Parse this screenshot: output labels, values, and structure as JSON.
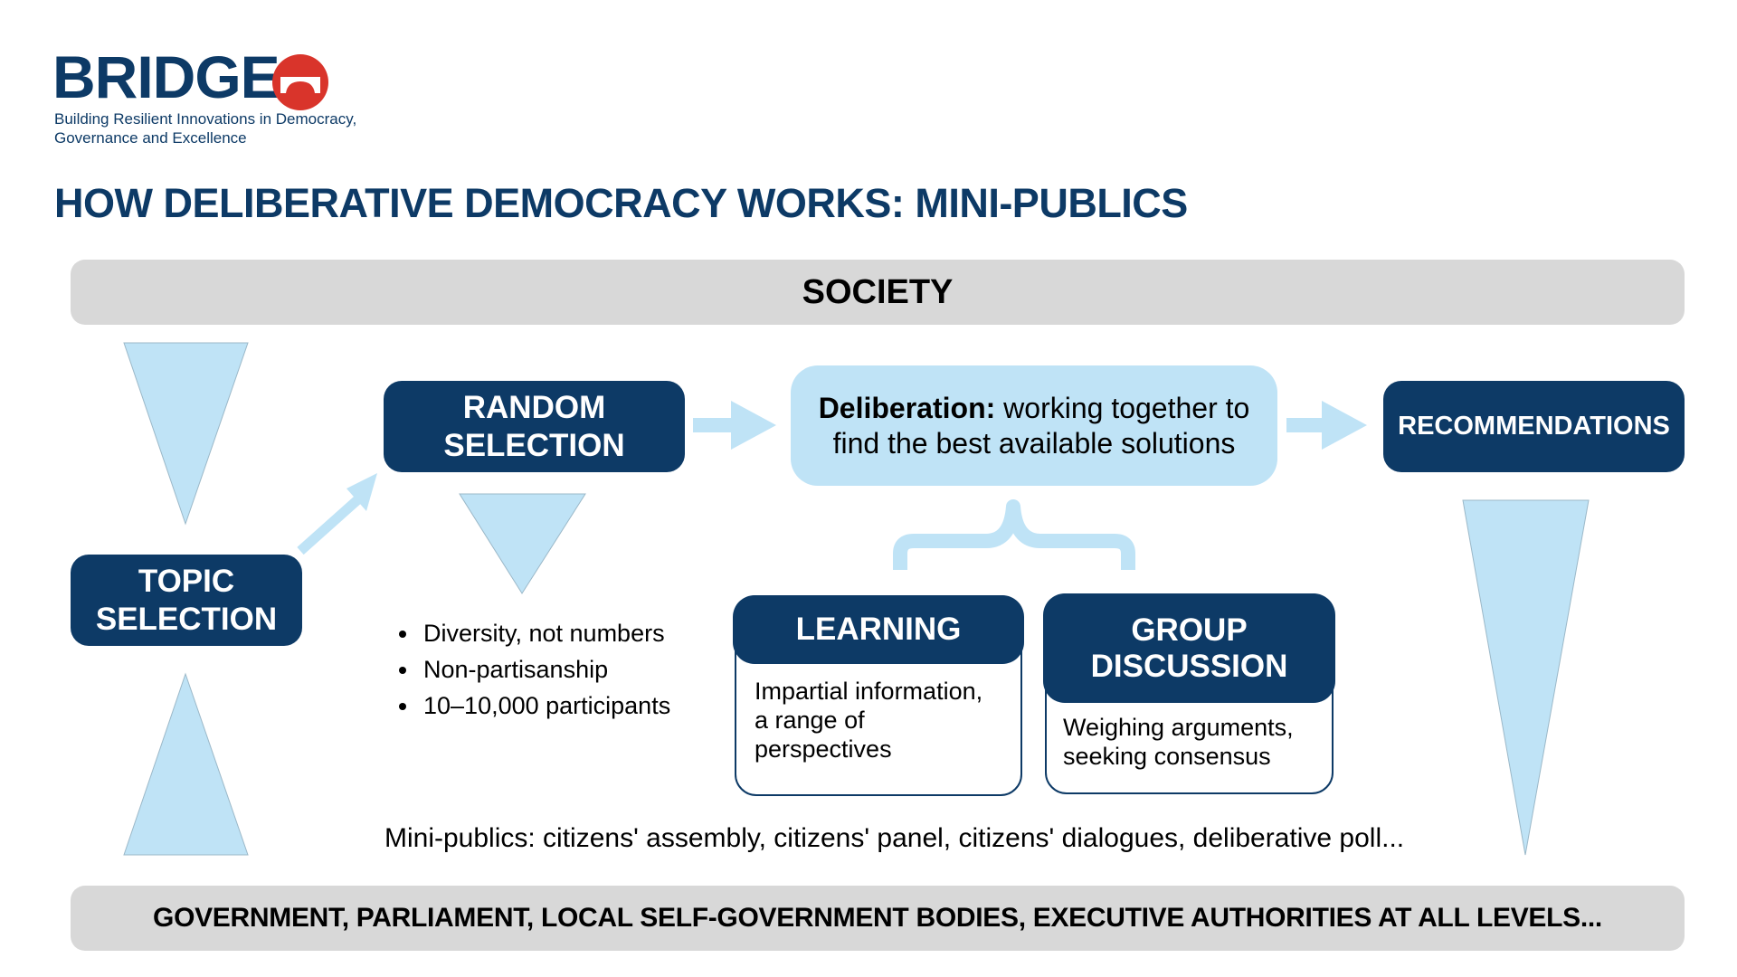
{
  "logo": {
    "wordmark": "BRIDGE",
    "tagline": "Building Resilient Innovations in Democracy,\nGovernance and Excellence"
  },
  "title": "HOW DELIBERATIVE DEMOCRACY WORKS: MINI-PUBLICS",
  "society": "SOCIETY",
  "topic_selection": "TOPIC\nSELECTION",
  "random_selection": "RANDOM\nSELECTION",
  "deliberation": {
    "bold": "Deliberation:",
    "text": " working together to find the best available solutions"
  },
  "recommendations": "RECOMMENDATIONS",
  "random_bullets": [
    "Diversity, not numbers",
    "Non-partisanship",
    "10–10,000 participants"
  ],
  "learning": {
    "title": "LEARNING",
    "body": "Impartial information,\na range of\nperspectives"
  },
  "group_discussion": {
    "title": "GROUP\nDISCUSSION",
    "body": "Weighing arguments,\nseeking consensus"
  },
  "mini_publics": "Mini-publics: citizens' assembly, citizens' panel, citizens' dialogues, deliberative poll...",
  "government": "GOVERNMENT, PARLIAMENT, LOCAL SELF-GOVERNMENT BODIES, EXECUTIVE AUTHORITIES AT ALL LEVELS...",
  "colors": {
    "navy": "#0d3a66",
    "light_blue": "#bfe3f6",
    "grey_bar": "#d8d8d8",
    "logo_red": "#d9342b"
  }
}
